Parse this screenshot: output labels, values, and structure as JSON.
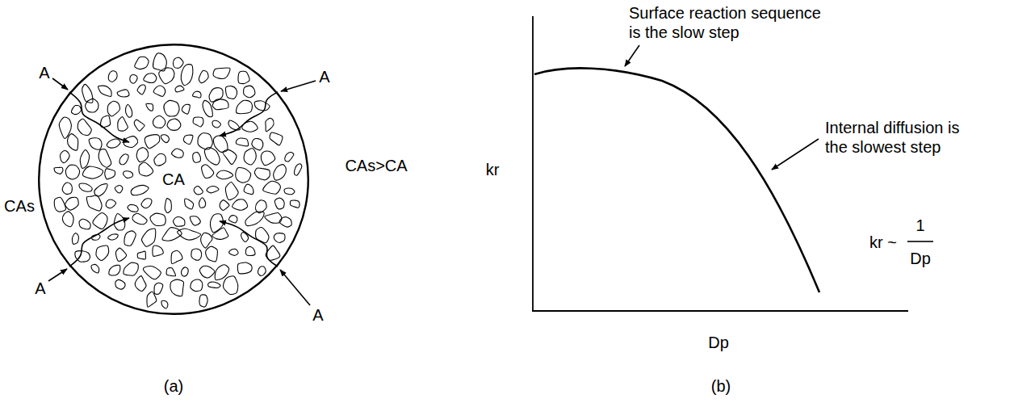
{
  "diagram": {
    "nodes": [
      {
        "text": [
          "CA"
        ]
      }
    ],
    "labels": [
      "A",
      "A",
      "A",
      "A",
      "CAs",
      "CAs>CA",
      "(a)",
      "Surface reaction sequence is the slow step",
      "Internal diffusion is the slowest step",
      "kr",
      "Dp",
      "kr ~",
      "1",
      "Dp",
      "(b)"
    ]
  }
}
